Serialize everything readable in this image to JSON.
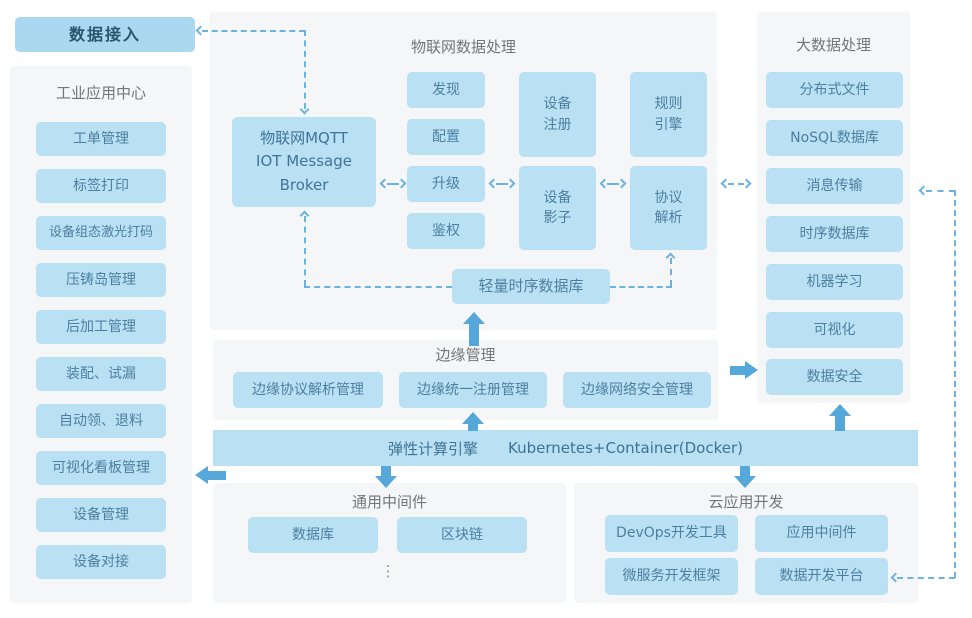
{
  "colors": {
    "node_fill": "#b9e0f3",
    "node_text": "#4d7fa0",
    "panel_bg": "#f4f6f8",
    "title_text": "#757575",
    "accent_fill": "#a9d8f0",
    "accent_text": "#2b5570",
    "solid_arrow": "#56a7da",
    "dashed_arrow": "#6cb3dd"
  },
  "data_access": {
    "label": "数据接入"
  },
  "industrial_app_center": {
    "title": "工业应用中心",
    "items": [
      "工单管理",
      "标签打印",
      "设备组态激光打码",
      "压铸岛管理",
      "后加工管理",
      "装配、试漏",
      "自动领、退料",
      "可视化看板管理",
      "设备管理",
      "设备对接"
    ]
  },
  "iot_processing": {
    "title": "物联网数据处理",
    "broker": "物联网MQTT\nIOT Message\nBroker",
    "functions": [
      "发现",
      "配置",
      "升级",
      "鉴权"
    ],
    "modules": [
      "设备\n注册",
      "设备\n影子",
      "规则\n引擎",
      "协议\n解析"
    ],
    "tsdb": "轻量时序数据库"
  },
  "big_data": {
    "title": "大数据处理",
    "items": [
      "分布式文件",
      "NoSQL数据库",
      "消息传输",
      "时序数据库",
      "机器学习",
      "可视化",
      "数据安全"
    ]
  },
  "edge_management": {
    "title": "边缘管理",
    "items": [
      "边缘协议解析管理",
      "边缘统一注册管理",
      "边缘网络安全管理"
    ]
  },
  "compute_engine": {
    "name": "弹性计算引擎",
    "tech": "Kubernetes+Container(Docker)"
  },
  "middleware": {
    "title": "通用中间件",
    "items": [
      "数据库",
      "区块链"
    ],
    "more_indicator": "⋮"
  },
  "cloud_dev": {
    "title": "云应用开发",
    "items": [
      "DevOps开发工具",
      "应用中间件",
      "微服务开发框架",
      "数据开发平台"
    ]
  }
}
